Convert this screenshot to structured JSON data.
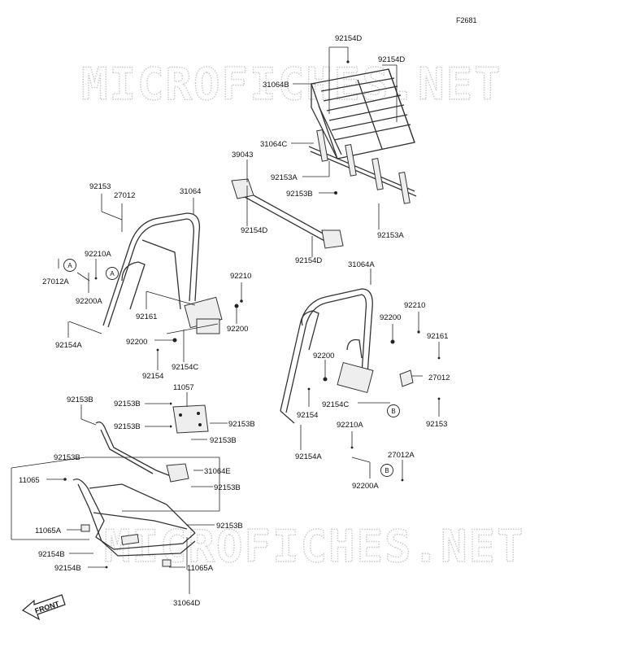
{
  "figure_code": "F2681",
  "watermark": "MICROFICHES.NET",
  "front_label": "FRONT",
  "callout_a": "A",
  "callout_b": "B",
  "parts": {
    "p_92154D_top": "92154D",
    "p_92154D_right": "92154D",
    "p_31064B": "31064B",
    "p_31064C": "31064C",
    "p_39043": "39043",
    "p_92153A_1": "92153A",
    "p_92153B_1": "92153B",
    "p_92154D_bar1": "92154D",
    "p_92153A_2": "92153A",
    "p_92154D_bar2": "92154D",
    "p_92153_l": "92153",
    "p_27012_l": "27012",
    "p_31064": "31064",
    "p_92210A_l": "92210A",
    "p_27012A_l": "27012A",
    "p_92200A_l": "92200A",
    "p_92161_l": "92161",
    "p_92210_l": "92210",
    "p_92200_l1": "92200",
    "p_92154A_l": "92154A",
    "p_92200_l2": "92200",
    "p_92154C_l": "92154C",
    "p_92154_l": "92154",
    "p_31064A": "31064A",
    "p_92210_r": "92210",
    "p_92200_r1": "92200",
    "p_92161_r": "92161",
    "p_92200_r2": "92200",
    "p_27012_r": "27012",
    "p_92154C_r": "92154C",
    "p_92154_r": "92154",
    "p_92153_r": "92153",
    "p_92154A_r": "92154A",
    "p_92210A_r": "92210A",
    "p_27012A_r": "27012A",
    "p_92200A_r": "92200A",
    "p_11057": "11057",
    "p_92153B_a": "92153B",
    "p_92153B_b": "92153B",
    "p_92153B_c": "92153B",
    "p_92153B_d": "92153B",
    "p_92153B_e": "92153B",
    "p_92153B_f": "92153B",
    "p_31064E": "31064E",
    "p_92153B_g": "92153B",
    "p_92153B_h": "92153B",
    "p_11065": "11065",
    "p_11065A_l": "11065A",
    "p_92154B_1": "92154B",
    "p_92154B_2": "92154B",
    "p_11065A_r": "11065A",
    "p_31064D": "31064D"
  }
}
